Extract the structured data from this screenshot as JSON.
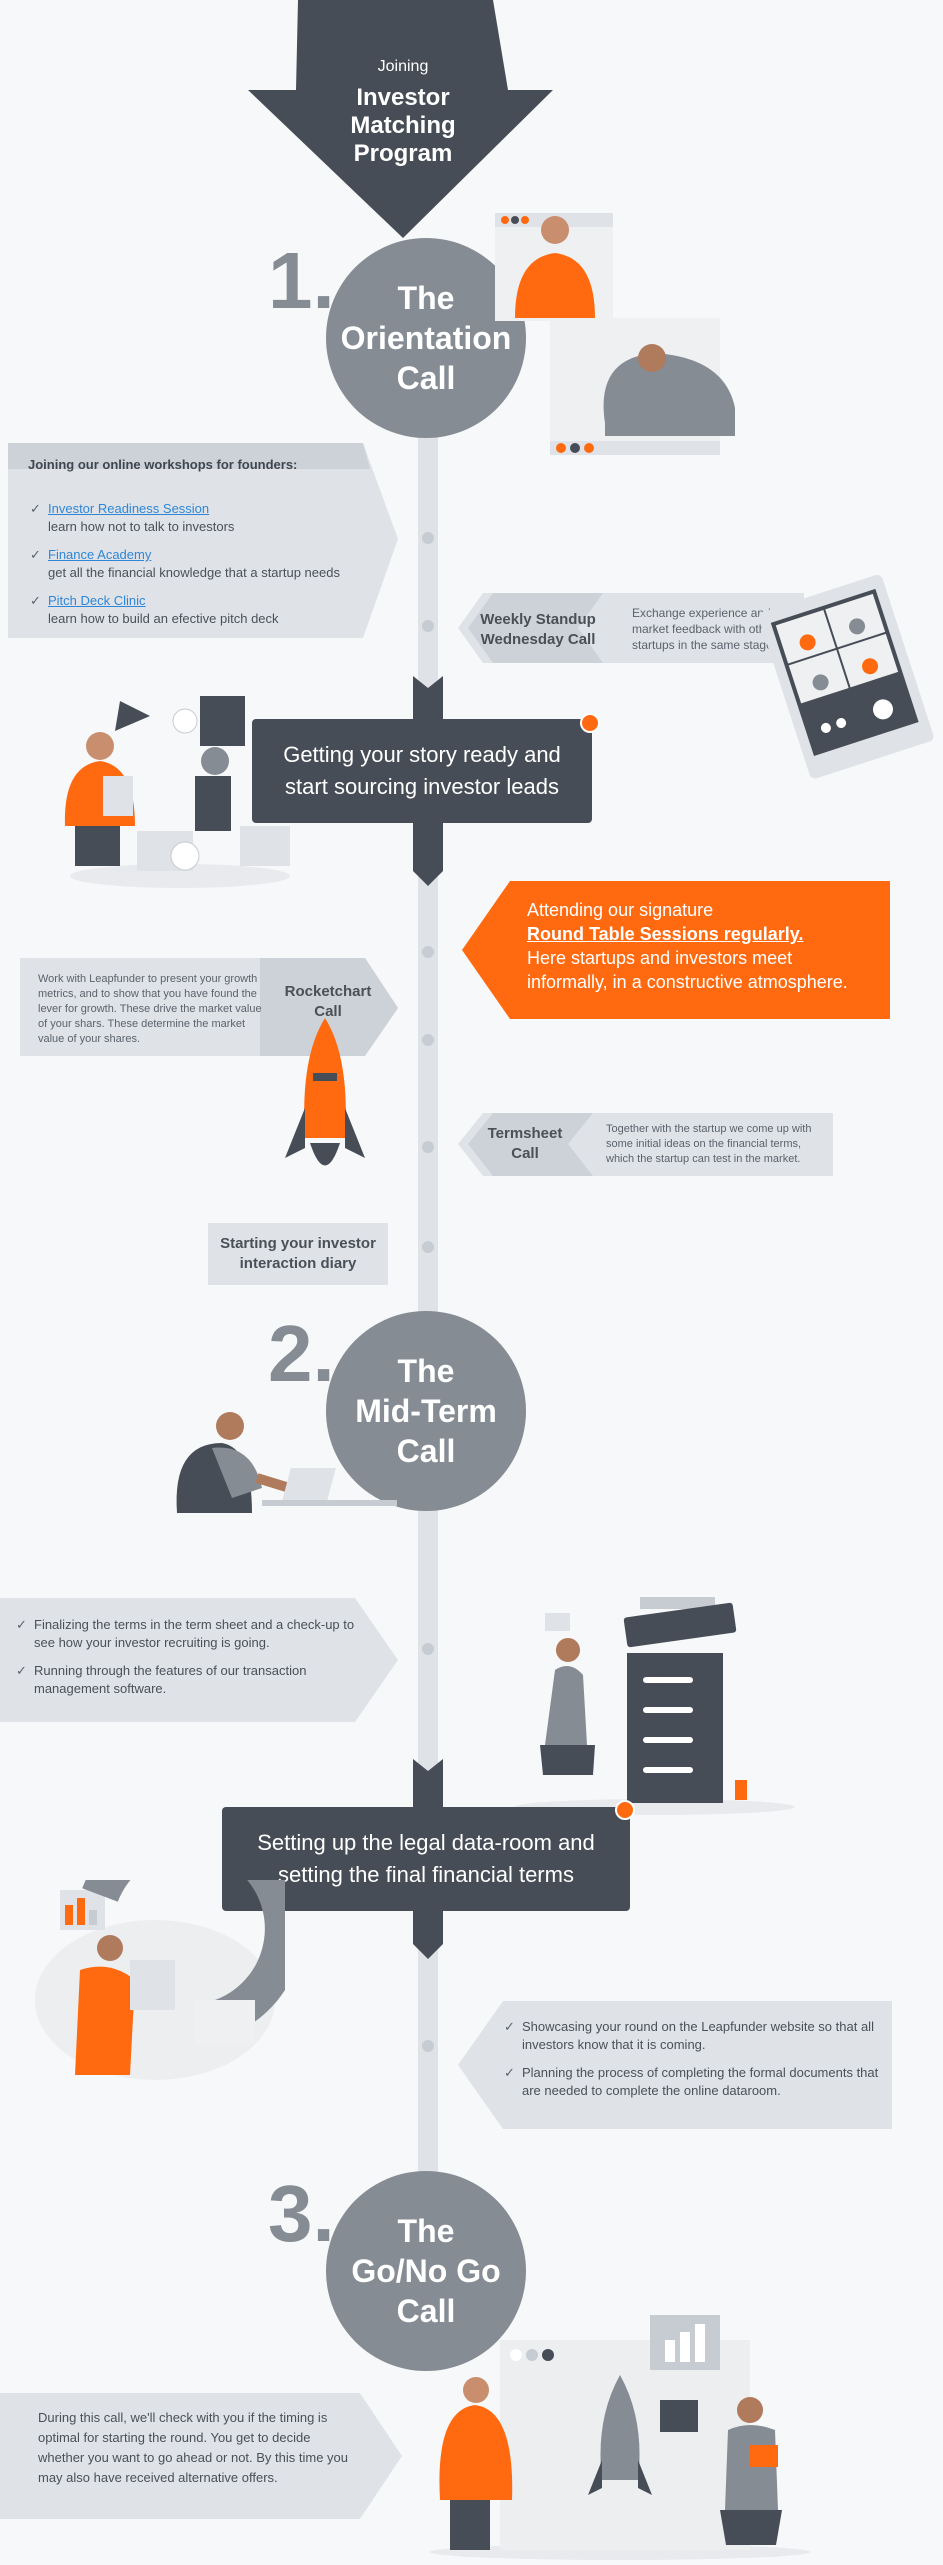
{
  "header": {
    "joining": "Joining",
    "title_line1": "Investor",
    "title_line2": "Matching",
    "title_line3": "Program"
  },
  "steps": [
    {
      "number": "1.",
      "lines": [
        "The",
        "Orientation",
        "Call"
      ]
    },
    {
      "number": "2.",
      "lines": [
        "The",
        "Mid-Term",
        "Call"
      ]
    },
    {
      "number": "3.",
      "lines": [
        "The",
        "Go/No Go",
        "Call"
      ]
    }
  ],
  "workshops": {
    "heading": "Joining our online workshops for founders:",
    "items": [
      {
        "link": "Investor Readiness Session",
        "text": "learn how not to talk to investors"
      },
      {
        "link": "Finance Academy",
        "text": "get all the financial knowledge that a startup needs"
      },
      {
        "link": "Pitch Deck Clinic",
        "text": "learn how to build an efective pitch deck"
      }
    ]
  },
  "standup": {
    "tag_line1": "Weekly Standup",
    "tag_line2": "Wednesday Call",
    "text": "Exchange experience and market feedback with other startups in the same stage."
  },
  "story_box": {
    "line1": "Getting your story ready and",
    "line2": "start sourcing investor leads"
  },
  "round_table": {
    "line1": "Attending our signature",
    "link": "Round Table Sessions regularly.",
    "line2": "Here startups and investors meet",
    "line3": "informally, in a constructive atmosphere."
  },
  "rocketchart": {
    "tag_line1": "Rocketchart",
    "tag_line2": "Call",
    "text": "Work with Leapfunder to present your growth metrics, and to show that you have found the lever for growth. These drive the market value of your shars. These determine the market value of your shares."
  },
  "termsheet": {
    "tag_line1": "Termsheet",
    "tag_line2": "Call",
    "text": "Together with the startup we come up with some initial ideas on the financial terms, which the startup can test in the market."
  },
  "diary": {
    "line1": "Starting your investor",
    "line2": "interaction diary"
  },
  "midterm_checks": [
    "Finalizing the terms in the term sheet and a check-up to see how your investor recruiting is going.",
    "Running through the features of our transaction management software."
  ],
  "legal_box": {
    "line1": "Setting up the legal data-room and",
    "line2": "setting the final financial terms"
  },
  "website_checks": [
    "Showcasing your round on the Leapfunder website so that all investors know that it is coming.",
    "Planning the process of completing the formal documents that are needed to complete the online dataroom."
  ],
  "final_text": "During this call, we'll check with you if the timing is optimal for starting the round. You get to decide whether you want to go ahead or not. By this time you may also have received alternative offers.",
  "colors": {
    "accent": "#ff6a10",
    "dark": "#474d56",
    "grey": "#868c94",
    "panel": "#dfe3e8"
  }
}
